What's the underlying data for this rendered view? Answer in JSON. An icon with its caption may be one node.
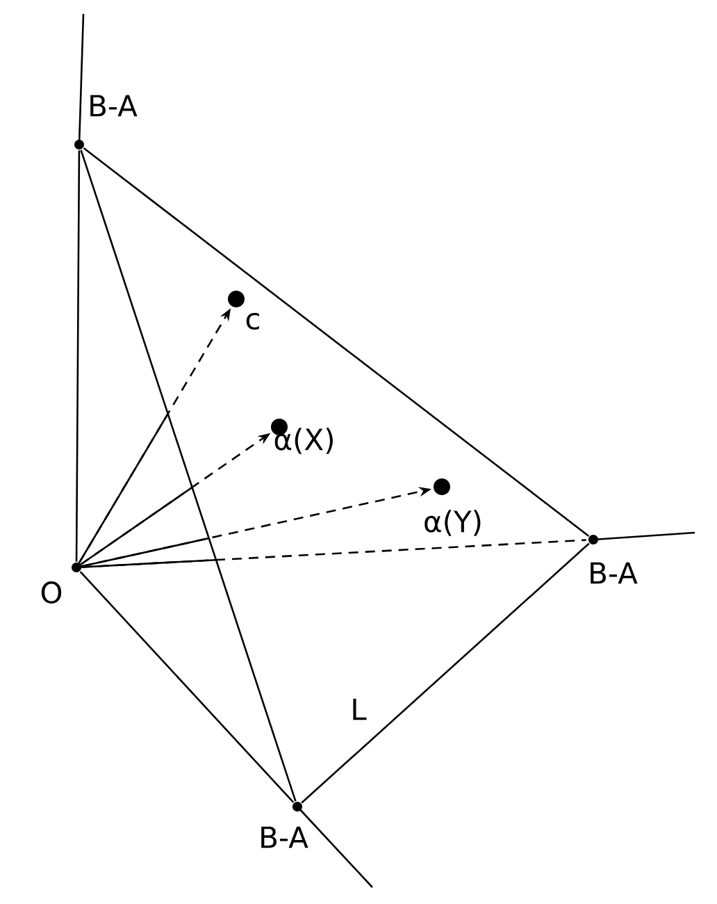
{
  "diagram": {
    "nodes": [
      {
        "text": [],
        "shape": "circle",
        "beside": [
          "O"
        ]
      },
      {
        "text": [],
        "shape": "circle",
        "beside": [
          "B-A"
        ]
      },
      {
        "text": [],
        "shape": "circle",
        "beside": [
          "c"
        ]
      },
      {
        "text": [],
        "shape": "circle",
        "beside": [
          "α(X)"
        ]
      },
      {
        "text": [],
        "shape": "circle",
        "beside": [
          "α(Y)"
        ]
      },
      {
        "text": [],
        "shape": "circle",
        "beside": [
          "B-A"
        ]
      },
      {
        "text": [],
        "shape": "circle",
        "beside": [
          "B-A"
        ]
      }
    ],
    "edges": [
      {
        "from": 0,
        "to": 1,
        "arrow": "none"
      },
      {
        "from": 1,
        "to": 5,
        "arrow": "none"
      },
      {
        "from": 5,
        "to": 6,
        "arrow": "none"
      },
      {
        "from": 1,
        "to": 6,
        "arrow": "none"
      },
      {
        "from": 0,
        "to": 6,
        "arrow": "none"
      },
      {
        "from": 0,
        "to": 2,
        "arrow": "to",
        "style": "dashed"
      },
      {
        "from": 0,
        "to": 3,
        "arrow": "to",
        "style": "dashed"
      },
      {
        "from": 0,
        "to": 4,
        "arrow": "to",
        "style": "dashed"
      },
      {
        "from": 0,
        "to": 5,
        "arrow": "none",
        "style": "dashed"
      }
    ],
    "labels": [
      "L"
    ]
  }
}
